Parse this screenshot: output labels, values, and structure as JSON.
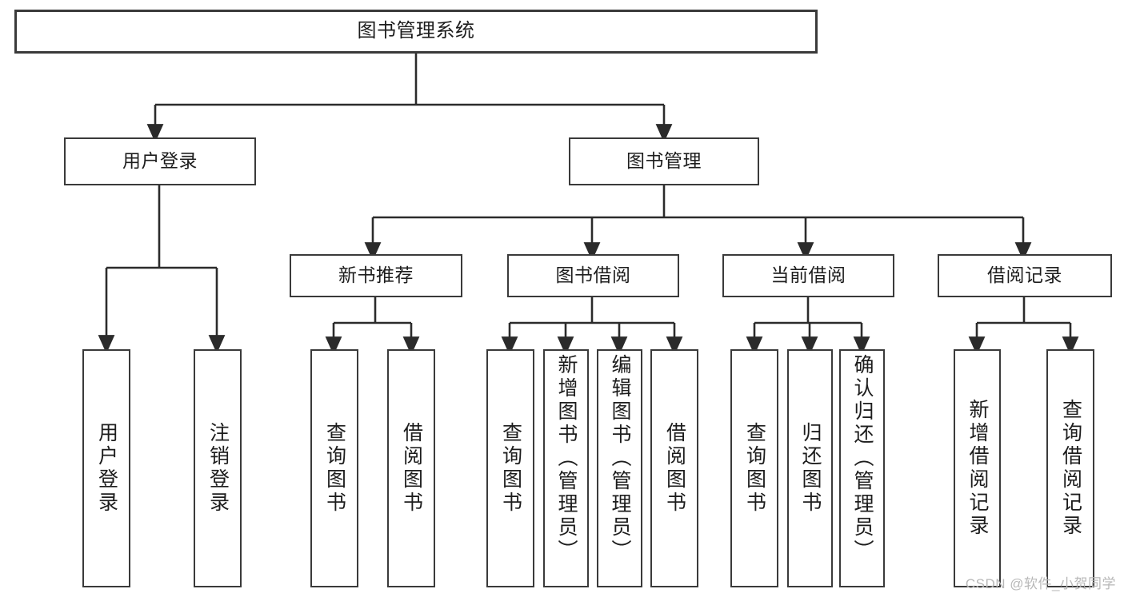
{
  "diagram": {
    "title": "图书管理系统",
    "type": "tree",
    "watermark": "CSDN @软件_小贺同学",
    "colors": {
      "box_border": "#3a3a3a",
      "box_fill": "#ffffff",
      "connector": "#2b2b2b",
      "text": "#1d1d1d",
      "watermark": "#b8b8b8",
      "background": "#ffffff"
    },
    "levels": {
      "root": "图书管理系统",
      "level1": [
        "用户登录",
        "图书管理"
      ],
      "level2": [
        "新书推荐",
        "图书借阅",
        "当前借阅",
        "借阅记录"
      ],
      "level3_counts": [
        2,
        2,
        4,
        3,
        2
      ]
    },
    "nodes": {
      "root": {
        "label": "图书管理系统"
      },
      "user_login": {
        "label": "用户登录"
      },
      "book_manage": {
        "label": "图书管理"
      },
      "new_book_rec": {
        "label": "新书推荐"
      },
      "book_borrow": {
        "label": "图书借阅"
      },
      "current_borrow": {
        "label": "当前借阅"
      },
      "borrow_record": {
        "label": "借阅记录"
      },
      "leaf_user_login": {
        "label": "用户登录"
      },
      "leaf_logout": {
        "label": "注销登录"
      },
      "leaf_query_book_a": {
        "label": "查询图书"
      },
      "leaf_borrow_book_a": {
        "label": "借阅图书"
      },
      "leaf_query_book_b": {
        "label": "查询图书"
      },
      "leaf_add_book": {
        "label": "新增图书（管理员）"
      },
      "leaf_edit_book": {
        "label": "编辑图书（管理员）"
      },
      "leaf_borrow_book_b": {
        "label": "借阅图书"
      },
      "leaf_query_book_c": {
        "label": "查询图书"
      },
      "leaf_return_book": {
        "label": "归还图书"
      },
      "leaf_confirm_return": {
        "label": "确认归还（管理员）"
      },
      "leaf_add_record": {
        "label": "新增借阅记录"
      },
      "leaf_query_record": {
        "label": "查询借阅记录"
      }
    },
    "edges": [
      {
        "from": "root",
        "to": "user_login"
      },
      {
        "from": "root",
        "to": "book_manage"
      },
      {
        "from": "user_login",
        "to": "leaf_user_login"
      },
      {
        "from": "user_login",
        "to": "leaf_logout"
      },
      {
        "from": "book_manage",
        "to": "new_book_rec"
      },
      {
        "from": "book_manage",
        "to": "book_borrow"
      },
      {
        "from": "book_manage",
        "to": "current_borrow"
      },
      {
        "from": "book_manage",
        "to": "borrow_record"
      },
      {
        "from": "new_book_rec",
        "to": "leaf_query_book_a"
      },
      {
        "from": "new_book_rec",
        "to": "leaf_borrow_book_a"
      },
      {
        "from": "book_borrow",
        "to": "leaf_query_book_b"
      },
      {
        "from": "book_borrow",
        "to": "leaf_add_book"
      },
      {
        "from": "book_borrow",
        "to": "leaf_edit_book"
      },
      {
        "from": "book_borrow",
        "to": "leaf_borrow_book_b"
      },
      {
        "from": "current_borrow",
        "to": "leaf_query_book_c"
      },
      {
        "from": "current_borrow",
        "to": "leaf_return_book"
      },
      {
        "from": "current_borrow",
        "to": "leaf_confirm_return"
      },
      {
        "from": "borrow_record",
        "to": "leaf_add_record"
      },
      {
        "from": "borrow_record",
        "to": "leaf_query_record"
      }
    ]
  }
}
